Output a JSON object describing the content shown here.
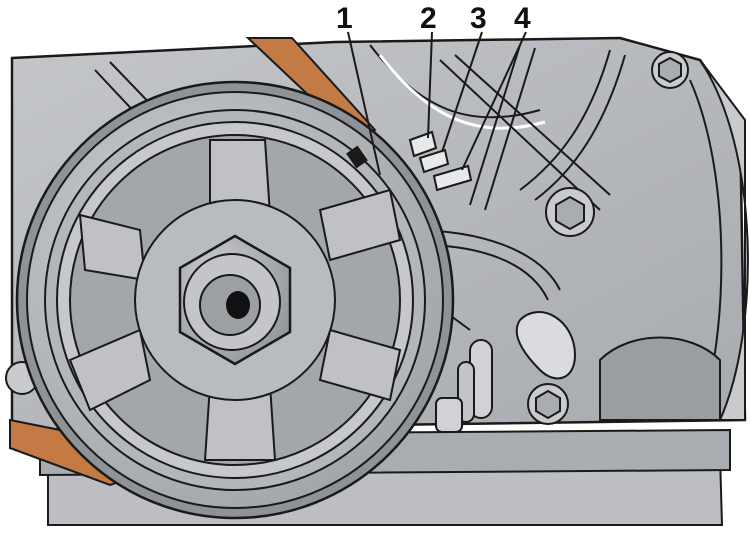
{
  "callouts": {
    "c1": "1",
    "c2": "2",
    "c3": "3",
    "c4": "4"
  },
  "colors": {
    "housing": "#b9bbbf",
    "housing_dark": "#8d9095",
    "rib": "#d4d6d9",
    "belt": "#c47a45",
    "ink": "#1a1a1a",
    "pulley_outer": "#c9cbce",
    "pulley_inner": "#a9acb0",
    "hub": "#9a9da1"
  }
}
